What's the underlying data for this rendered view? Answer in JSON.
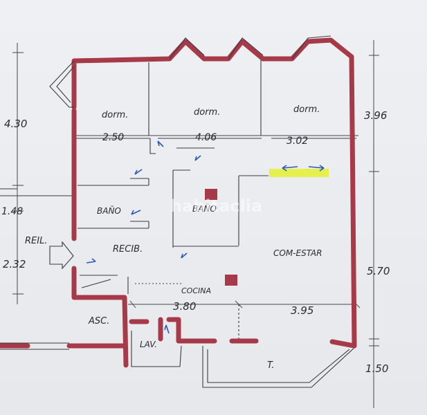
{
  "rooms": {
    "bedroom_1": "dorm.",
    "bedroom_2": "dorm.",
    "bedroom_3": "dorm.",
    "bath_1": "BAÑO",
    "bath_2": "BAÑO",
    "hall": "RECIB.",
    "living": "COM-ESTAR",
    "kitchen": "COCINA",
    "elevator": "ASC.",
    "laundry": "LAV.",
    "terrace": "T.",
    "entrance": "REIL."
  },
  "dimensions": {
    "left_top": "4.30",
    "left_mid": "1.48",
    "left_low": "2.32",
    "bedroom_1_width": "2.50",
    "bedroom_2_width": "4.06",
    "bedroom_3_width": "3.02",
    "right_top": "3.96",
    "right_mid": "5.70",
    "right_low": "1.50",
    "kitchen_width": "3.80",
    "living_width": "3.95"
  },
  "watermark": "habitaclia",
  "colors": {
    "wall": "#a63a48",
    "ink": "#2a2a33",
    "highlight": "#e6f03a",
    "arrow": "#2c56b8"
  }
}
